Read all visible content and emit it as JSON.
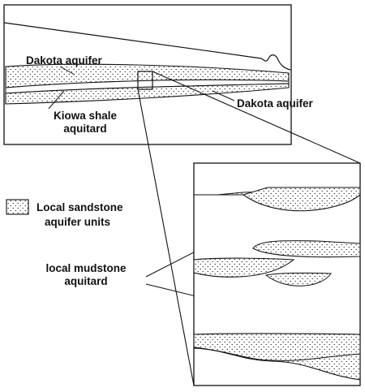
{
  "labels": {
    "dakota_upper": "Dakota aquifer",
    "dakota_lower": "Dakota aquifer",
    "kiowa_line1": "Kiowa shale",
    "kiowa_line2": "aquitard",
    "legend_line1": "Local sandstone",
    "legend_line2": "aquifer units",
    "mudstone_line1": "local mudstone",
    "mudstone_line2": "aquitard"
  },
  "colors": {
    "ink": "#111111",
    "background": "#ffffff"
  }
}
